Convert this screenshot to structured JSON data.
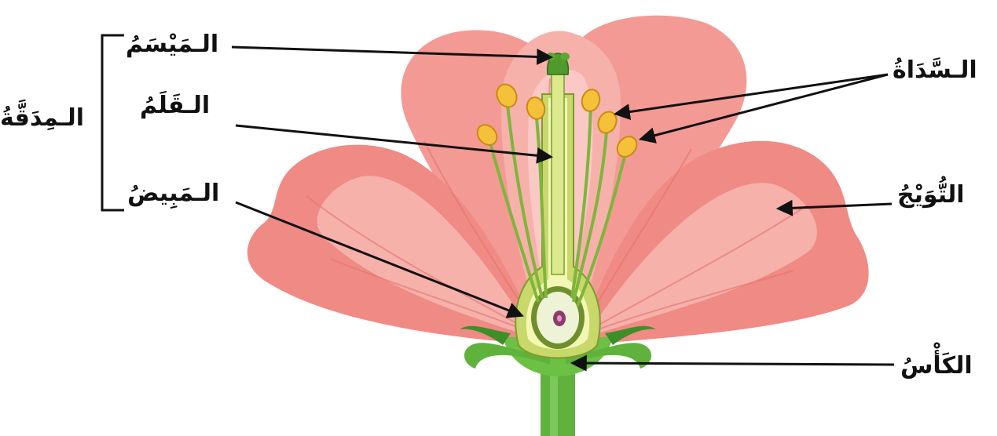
{
  "diagram": {
    "labels": {
      "stigma": "الـمَيْسَمُ",
      "style": "الـقَلَمُ",
      "ovary": "الـمَبِيضُ",
      "pistil": "الـمِدَقَّةُ",
      "stamens": "الـسَّدَاةُ",
      "corolla": "التُّوَيْجُ",
      "calyx": "الكَأْسُ"
    },
    "colors": {
      "petal_outer": "#f08a84",
      "petal_mid": "#f6aaa4",
      "petal_inner": "#fbd0cc",
      "petal_vein": "#e5736d",
      "sepal": "#5fb23c",
      "sepal_dark": "#3f8f29",
      "pistil_fill": "#e9f2a6",
      "pistil_edge": "#8aa83a",
      "anther": "#f5c13a",
      "ovule": "#8e3b6e",
      "line": "#111111"
    }
  }
}
